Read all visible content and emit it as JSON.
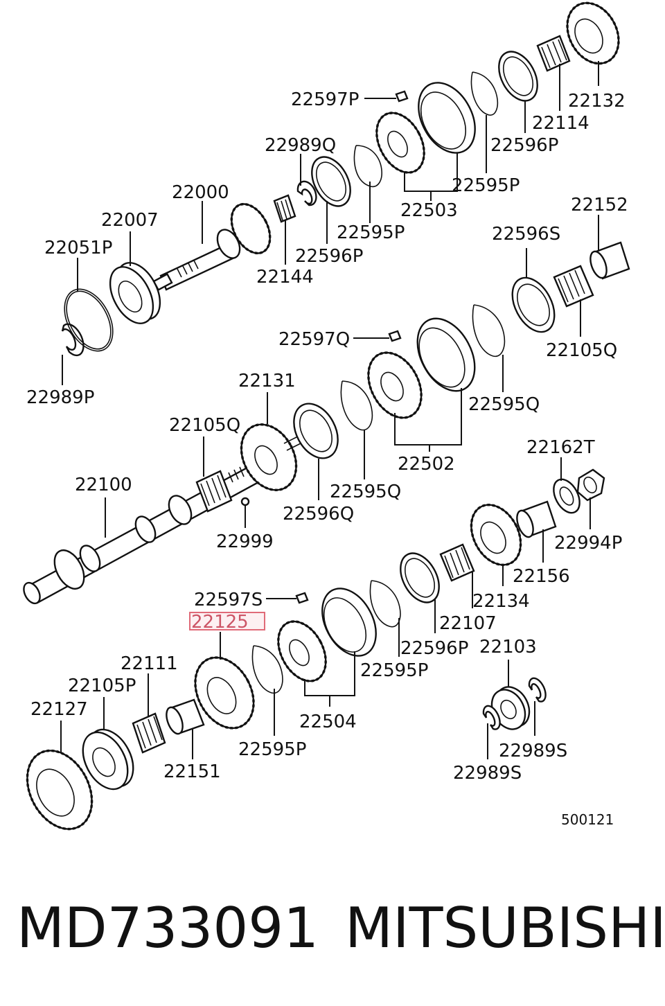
{
  "diagram": {
    "labels": [
      "22597P",
      "22989Q",
      "22000",
      "22007",
      "22051P",
      "22144",
      "22596P",
      "22595P",
      "22503",
      "22595P",
      "22596P",
      "22114",
      "22132",
      "22152",
      "22596S",
      "22105Q",
      "22597Q",
      "22595Q",
      "22502",
      "22131",
      "22105Q",
      "22100",
      "22595Q",
      "22596Q",
      "22999",
      "22989P",
      "22162T",
      "22994P",
      "22156",
      "22134",
      "22107",
      "22596P",
      "22595P",
      "22597S",
      "22125",
      "22111",
      "22105P",
      "22127",
      "22151",
      "22595P",
      "22504",
      "22103",
      "22989S",
      "22989S"
    ],
    "highlighted": "22125",
    "highlight_color": "#e06a78",
    "reference_code": "500121"
  },
  "footer": {
    "part_number": "MD733091",
    "brand": "MITSUBISHI"
  }
}
